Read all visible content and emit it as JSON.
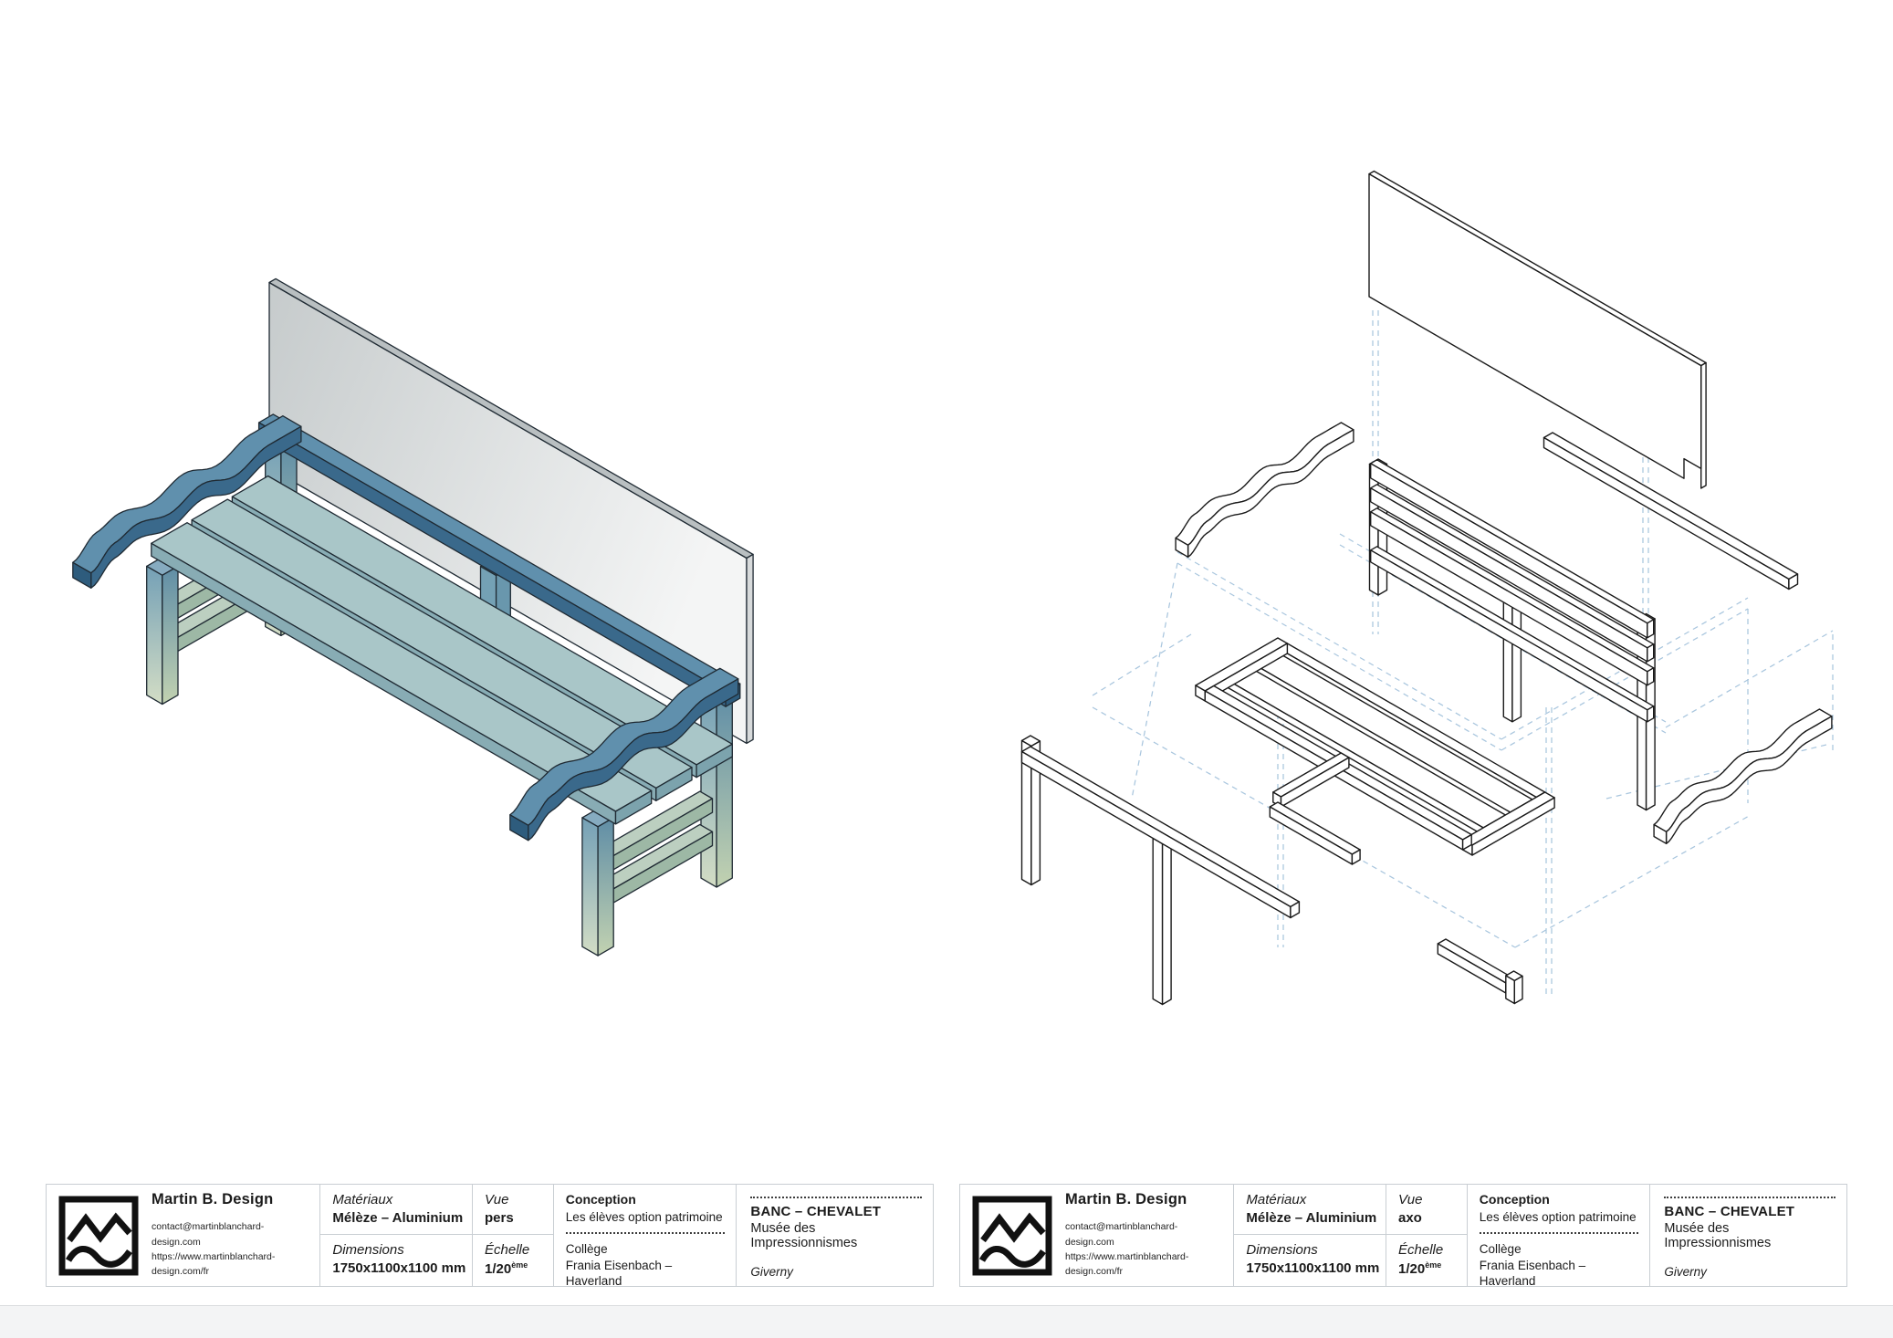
{
  "drawings": {
    "left": {
      "name": "bench perspective rendering",
      "view_code": "pers"
    },
    "right": {
      "name": "bench exploded axonometric",
      "view_code": "axo"
    }
  },
  "colors": {
    "outline": "#1f2a33",
    "lineart_stroke": "#1a1a1a",
    "lineart_fill": "#ffffff",
    "guide_dash": "#a9c6de",
    "panel_dark": "#c6cbcc",
    "panel_light": "#f4f5f5",
    "panel_top_edge": "#b9bfc1",
    "panel_side_edge": "#d7dadb",
    "seat_top": "#a9c6c8",
    "seat_front": "#88acb4",
    "seat_side": "#7ca3ad",
    "arm_top": "#6090ad",
    "arm_side": "#3a698b",
    "arm_cap": "#2e5c7d",
    "leg_top_face": "#86abc0",
    "leg_front_top": "#74a0b6",
    "leg_front_bottom": "#d3ddc5",
    "leg_side_top": "#5f8da6",
    "leg_side_bottom": "#c2d2b1",
    "rail_top": "#bccfc0",
    "rail_front": "#a8c0ac",
    "rail_side": "#9db8a5",
    "post_top": "#8fb4c4",
    "post_front": "#74a1b5",
    "post_side": "#6997ad",
    "border_gray": "#c9ced3",
    "page_bg": "#ffffff"
  },
  "title_blocks": [
    {
      "company": "Martin B. Design",
      "email": "contact@martinblanchard-design.com",
      "website": "https://www.martinblanchard-design.com/fr",
      "materials_label": "Matériaux",
      "materials_value": "Mélèze – Aluminium",
      "view_label": "Vue",
      "view_value": "pers",
      "dimensions_label": "Dimensions",
      "dimensions_value": "1750x1100x1100 mm",
      "scale_label": "Échelle",
      "scale_value": "1/20",
      "scale_sup": "ème",
      "conception_label": "Conception",
      "conception_line1": "Les élèves option patrimoine",
      "college": "Collège",
      "designers": "Frania Eisenbach – Haverland",
      "project_title": "BANC – CHEVALET",
      "museum": "Musée des Impressionnismes",
      "city": "Giverny"
    },
    {
      "company": "Martin B. Design",
      "email": "contact@martinblanchard-design.com",
      "website": "https://www.martinblanchard-design.com/fr",
      "materials_label": "Matériaux",
      "materials_value": "Mélèze – Aluminium",
      "view_label": "Vue",
      "view_value": "axo",
      "dimensions_label": "Dimensions",
      "dimensions_value": "1750x1100x1100 mm",
      "scale_label": "Échelle",
      "scale_value": "1/20",
      "scale_sup": "ème",
      "conception_label": "Conception",
      "conception_line1": "Les élèves option patrimoine",
      "college": "Collège",
      "designers": "Frania Eisenbach – Haverland",
      "project_title": "BANC – CHEVALET",
      "museum": "Musée des Impressionnismes",
      "city": "Giverny"
    }
  ]
}
